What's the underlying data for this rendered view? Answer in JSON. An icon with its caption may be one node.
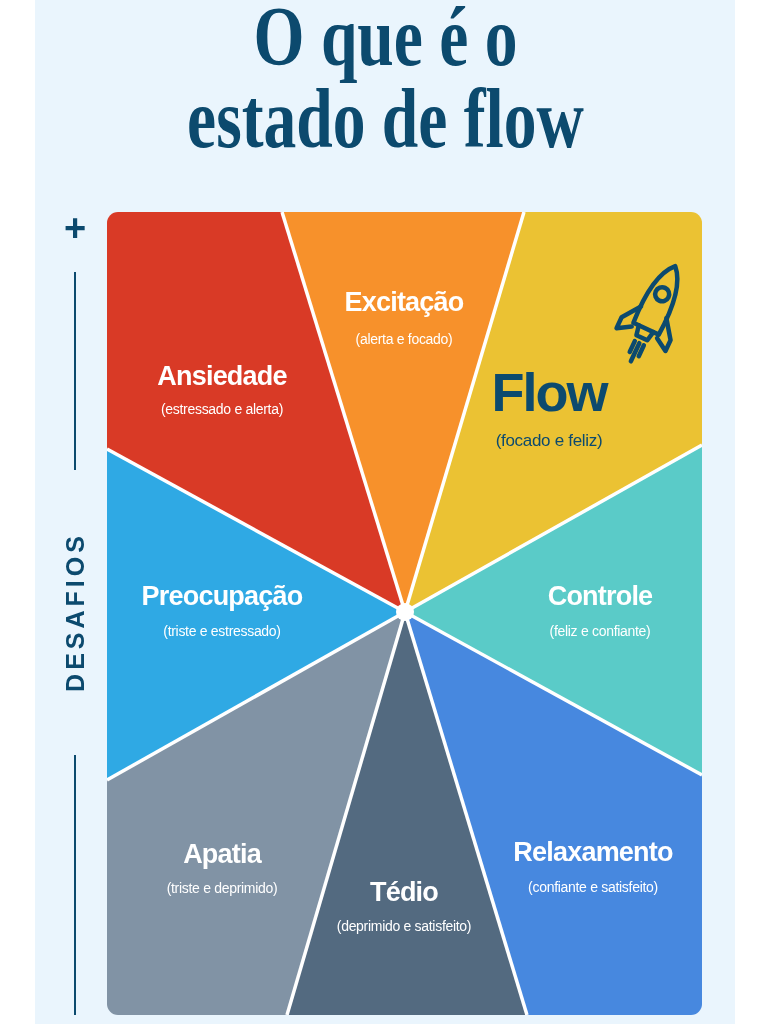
{
  "diagram": {
    "title": "O que é o estado de flow",
    "nodes": [
      {
        "text": [
          "Ansiedade",
          "(estressado e alerta)"
        ]
      },
      {
        "text": [
          "Excitação",
          "(alerta e focado)"
        ]
      },
      {
        "text": [
          "Flow",
          "(focado e feliz)"
        ]
      },
      {
        "text": [
          "Preocupação",
          "(triste e estressado)"
        ]
      },
      {
        "text": [
          "Controle",
          "(feliz e confiante)"
        ]
      },
      {
        "text": [
          "Apatia",
          "(triste e deprimido)"
        ]
      },
      {
        "text": [
          "Tédio",
          "(deprimido e satisfeito)"
        ]
      },
      {
        "text": [
          "Relaxamento",
          "(confiante e satisfeito)"
        ]
      }
    ],
    "labels": [
      "+",
      "DESAFIOS"
    ]
  }
}
